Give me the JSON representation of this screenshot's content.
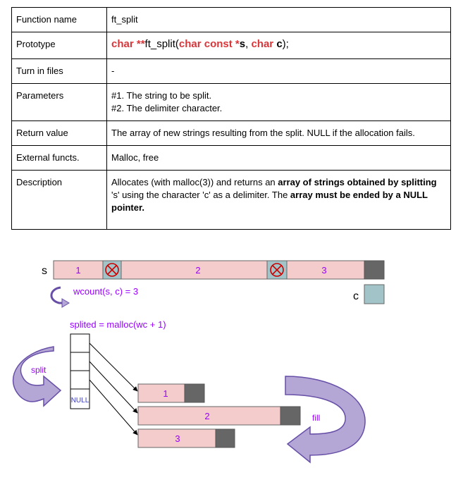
{
  "spec": {
    "rows": [
      {
        "key": "Function name",
        "value": "ft_split"
      },
      {
        "key": "Prototype",
        "value": ""
      },
      {
        "key": "Turn in files",
        "value": "-"
      },
      {
        "key": "Parameters",
        "value_lines": [
          "#1. The string to be split.",
          "#2. The delimiter character."
        ]
      },
      {
        "key": "Return value",
        "value": "The array of new strings resulting from the split. NULL if the allocation fails."
      },
      {
        "key": "External functs.",
        "value": "Malloc, free"
      },
      {
        "key": "Description",
        "value": ""
      }
    ],
    "prototype": {
      "t1": "char **",
      "t2": "ft_split(",
      "t3": "char const *",
      "t4": "s",
      "t5": ", ",
      "t6": "char ",
      "t7": "c",
      "t8": ");"
    },
    "description": {
      "p1": "Allocates (with malloc(3)) and returns an ",
      "b1": "array of strings obtained by splitting",
      "p2": " 's' using the character 'c' as a delimiter. The ",
      "b2": "array must be ended by a NULL pointer."
    }
  },
  "diagram": {
    "string_label": "s",
    "segments": [
      "1",
      "2",
      "3"
    ],
    "delimiter_label": "c",
    "wcount_text": "wcount(s, c) = 3",
    "malloc_text": "splited = malloc(wc + 1)",
    "split_label": "split",
    "null_label": "NULL",
    "word_labels": [
      "1",
      "2",
      "3"
    ],
    "fill_label": "fill",
    "colors": {
      "segment_fill": "#f4cccc",
      "delimiter_fill": "#a2c4c9",
      "terminator_fill": "#666666",
      "purple_text": "#9900ff",
      "arrow_fill": "#b4a7d6",
      "arrow_stroke": "#674ea7",
      "cross_red": "#cc0000"
    }
  }
}
